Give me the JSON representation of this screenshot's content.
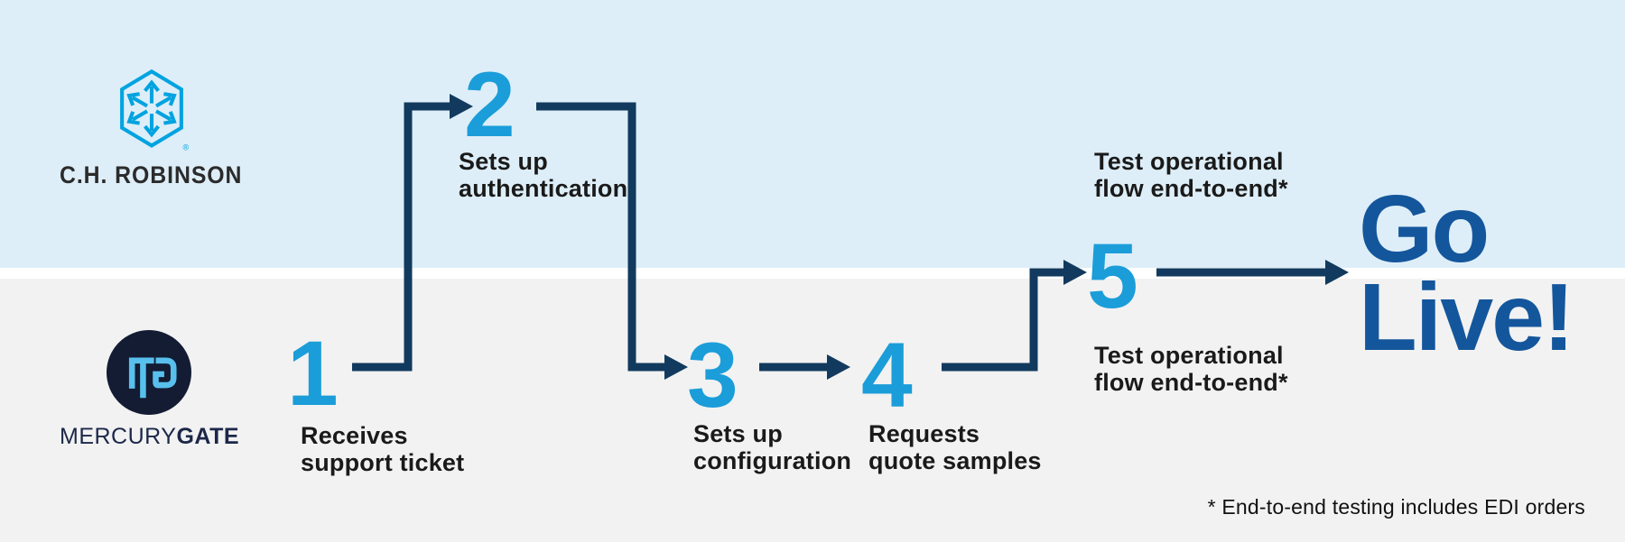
{
  "lanes": {
    "top": {
      "company": "C.H. Robinson",
      "wordmark": "C.H. ROBINSON",
      "registered_mark": "®"
    },
    "bottom": {
      "company": "MercuryGate",
      "wordmark_light": "MERCURY",
      "wordmark_bold": "GATE"
    }
  },
  "steps": [
    {
      "number": "1",
      "lane": "bottom",
      "label_line1": "Receives",
      "label_line2": "support ticket"
    },
    {
      "number": "2",
      "lane": "top",
      "label_line1": "Sets up",
      "label_line2": "authentication"
    },
    {
      "number": "3",
      "lane": "bottom",
      "label_line1": "Sets up",
      "label_line2": "configuration"
    },
    {
      "number": "4",
      "lane": "bottom",
      "label_line1": "Requests",
      "label_line2": "quote samples"
    },
    {
      "number": "5",
      "lane": "middle",
      "label_top_line1": "Test operational",
      "label_top_line2": "flow end-to-end*",
      "label_bottom_line1": "Test operational",
      "label_bottom_line2": "flow end-to-end*"
    }
  ],
  "go_live": {
    "line1": "Go",
    "line2": "Live!"
  },
  "footnote": "* End-to-end testing includes EDI orders",
  "colors": {
    "top_lane_bg": "#ddeef8",
    "bottom_lane_bg": "#f2f2f2",
    "divider": "#ffffff",
    "step_number": "#1b9dd9",
    "arrow": "#123a5e",
    "go_live_text": "#14569c",
    "label_text": "#1a1a1a",
    "chr_logo_blue": "#00a3e0",
    "chr_wordmark_text": "#2b2b2b",
    "mg_circle": "#131c33",
    "mg_monogram": "#58c0ed",
    "mg_wordmark_text": "#1c2749"
  },
  "icons": {
    "chr_logo": "hexagon-arrows-icon",
    "mg_logo": "mg-monogram-circle-icon"
  }
}
